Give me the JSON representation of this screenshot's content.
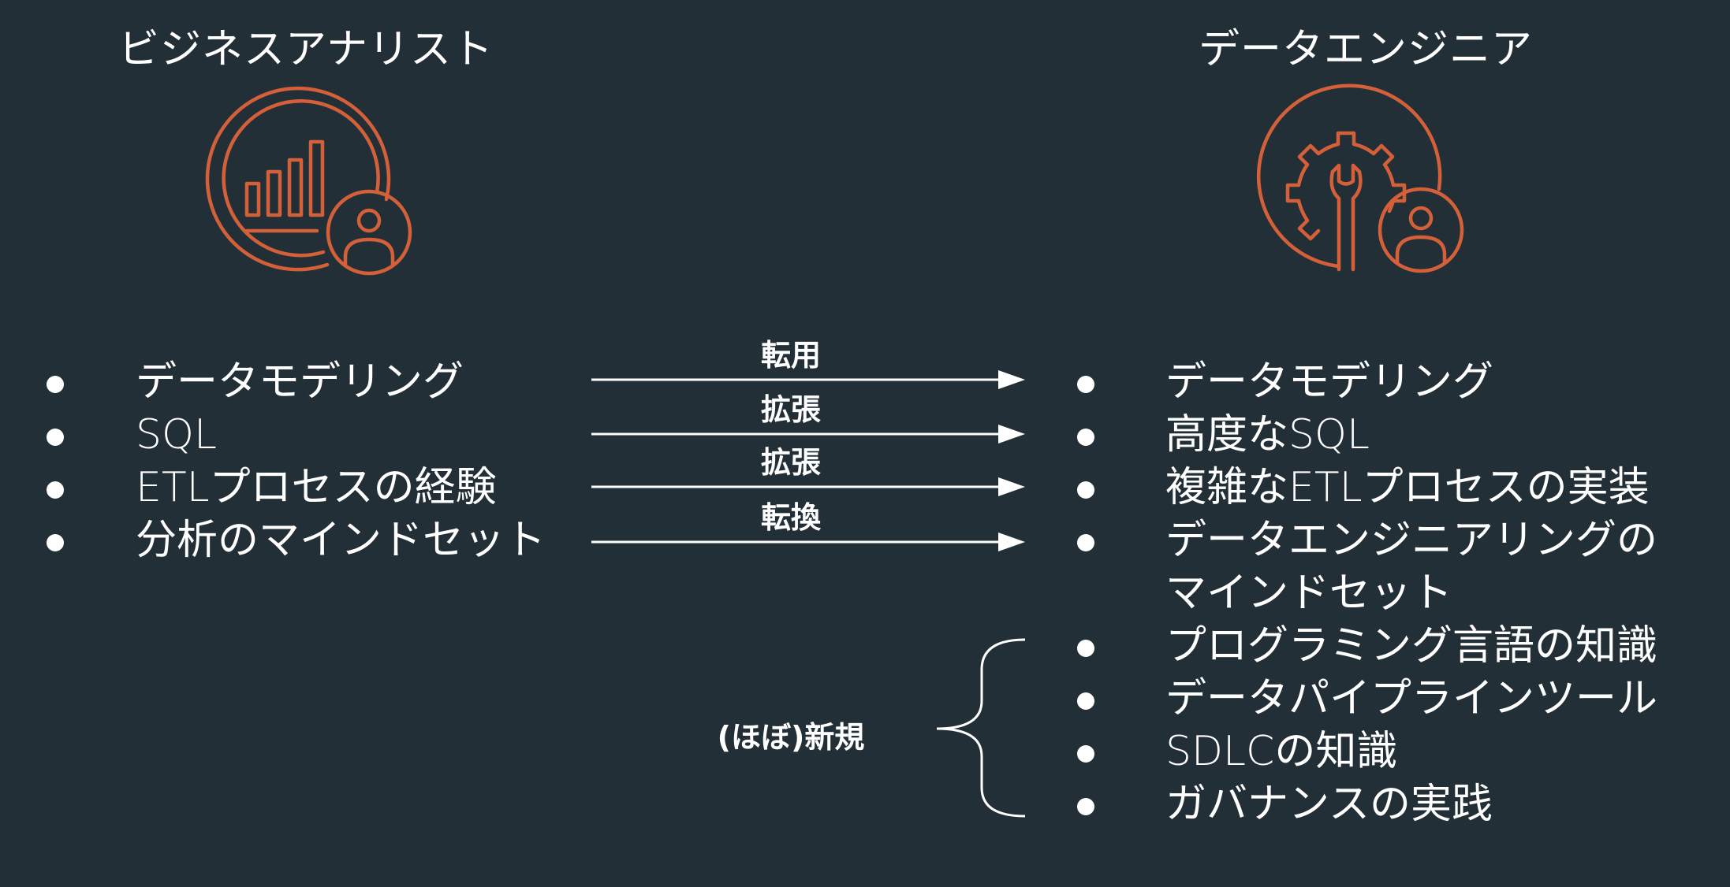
{
  "left_title": "ビジネスアナリスト",
  "right_title": "データエンジニア",
  "left_items": [
    "データモデリング",
    "SQL",
    "ETLプロセスの経験",
    "分析のマインドセット"
  ],
  "right_items": [
    {
      "text": "データモデリング",
      "bullet": true
    },
    {
      "text": "高度なSQL",
      "bullet": true
    },
    {
      "text": "複雑なETLプロセスの実装",
      "bullet": true
    },
    {
      "text": "データエンジニアリングの",
      "bullet": true
    },
    {
      "text": "マインドセット",
      "bullet": false
    },
    {
      "text": "プログラミング言語の知識",
      "bullet": true
    },
    {
      "text": "データパイプラインツール",
      "bullet": true
    },
    {
      "text": "SDLCの知識",
      "bullet": true
    },
    {
      "text": "ガバナンスの実践",
      "bullet": true
    }
  ],
  "relations": [
    "転用",
    "拡張",
    "拡張",
    "転換"
  ],
  "brace_label": "(ほぼ)新規",
  "colors": {
    "background": "#232f37",
    "icon_accent": "#d4603a",
    "text": "#ffffff"
  },
  "icons": {
    "left": "analytics-chart-person-icon",
    "right": "gear-wrench-person-icon"
  }
}
